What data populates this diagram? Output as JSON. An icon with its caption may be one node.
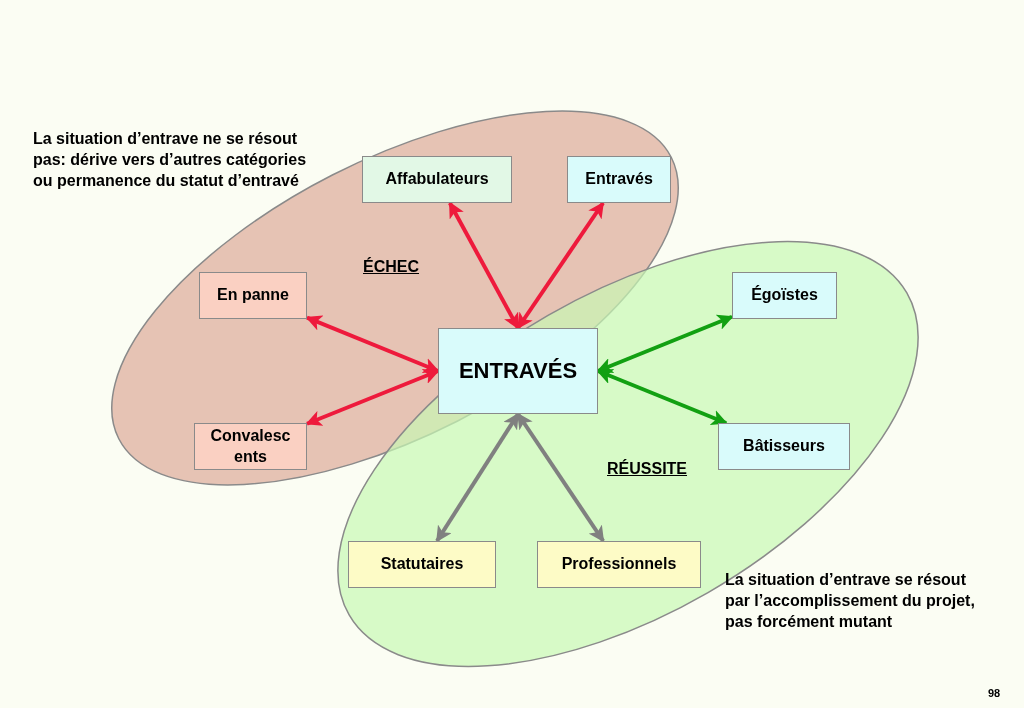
{
  "diagram": {
    "nodes": [
      {
        "text": [
          "ÉCHEC"
        ]
      },
      {
        "text": [
          "Affabulateurs"
        ],
        "in": 0
      },
      {
        "text": [
          "Entravés"
        ],
        "in": 0
      },
      {
        "text": [
          "En panne"
        ],
        "in": 0
      },
      {
        "text": [
          "Convalesc ents"
        ],
        "in": 0
      },
      {
        "text": [
          "ENTRAVÉS"
        ]
      },
      {
        "text": [
          "RÉUSSITE"
        ]
      },
      {
        "text": [
          "Égoïstes"
        ],
        "in": 6
      },
      {
        "text": [
          "Bâtisseurs"
        ],
        "in": 6
      },
      {
        "text": [
          "Statutaires"
        ],
        "in": 6
      },
      {
        "text": [
          "Professionnels"
        ],
        "in": 6
      }
    ],
    "edges": [
      {
        "from": 5,
        "to": 1,
        "arrow": "both"
      },
      {
        "from": 5,
        "to": 2,
        "arrow": "both"
      },
      {
        "from": 5,
        "to": 3,
        "arrow": "both"
      },
      {
        "from": 5,
        "to": 4,
        "arrow": "both"
      },
      {
        "from": 5,
        "to": 7,
        "arrow": "both",
        "color": "#12a012"
      },
      {
        "from": 5,
        "to": 8,
        "arrow": "both",
        "color": "#12a012"
      },
      {
        "from": 5,
        "to": 9,
        "arrow": "both",
        "color": "#808080"
      },
      {
        "from": 5,
        "to": 10,
        "arrow": "both",
        "color": "#808080"
      }
    ],
    "labels": [
      "La situation d’entrave ne se résout pas: dérive vers d’autres catégories ou permanence du statut d’entravé",
      "La situation d’entrave se résout par l’accomplissement du projet, pas forcément mutant",
      "98"
    ]
  }
}
